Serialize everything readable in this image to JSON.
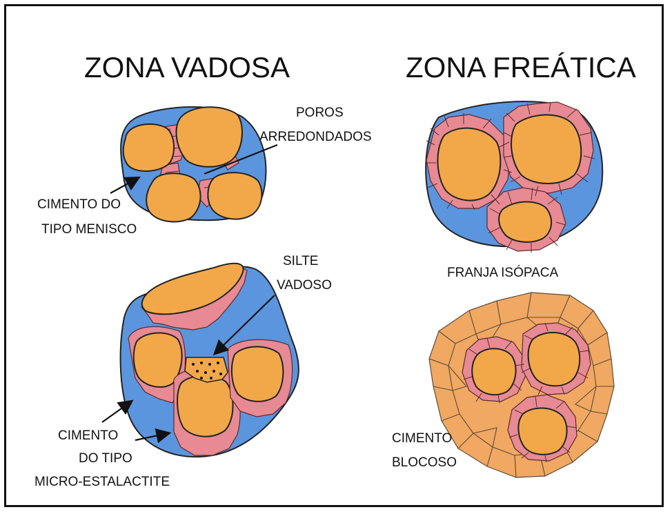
{
  "headings": {
    "vadose": "ZONA VADOSA",
    "phreatic": "ZONA FREÁTICA"
  },
  "labels": {
    "poros_line1": "POROS",
    "poros_line2": "ARREDONDADOS",
    "menisco_line1": "CIMENTO DO",
    "menisco_line2": "TIPO MENISCO",
    "silte_line1": "SILTE",
    "silte_line2": "VADOSO",
    "micro_line1": "CIMENTO",
    "micro_line2": "DO TIPO",
    "micro_line3": "MICRO-ESTALACTITE",
    "franja": "FRANJA ISÓPACA",
    "blocoso_line1": "CIMENTO",
    "blocoso_line2": "BLOCOSO"
  },
  "colors": {
    "pore_water": "#5b95de",
    "grain": "#f2a849",
    "cement_fringe": "#e78a93",
    "blocky_cement": "#f0a862"
  }
}
